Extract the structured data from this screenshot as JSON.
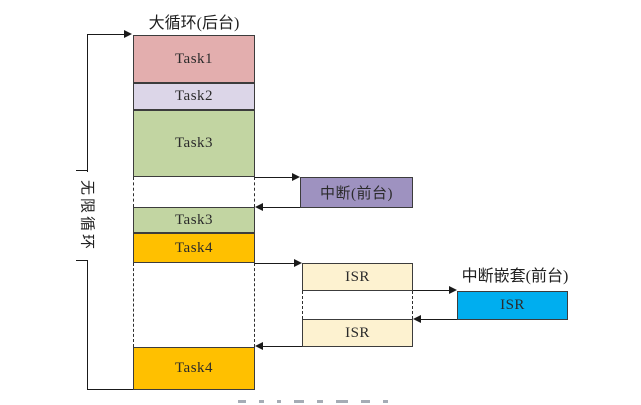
{
  "diagram": {
    "title_background": "大循环(后台)",
    "infinite_loop_label": "无限循环",
    "nested_interrupt_title": "中断嵌套(前台)",
    "background_stack": [
      {
        "label": "Task1",
        "color": "#e3aeae"
      },
      {
        "label": "Task2",
        "color": "#dcd6e8"
      },
      {
        "label": "Task3",
        "color": "#c2d5a2"
      },
      {
        "label": "Task3",
        "color": "#c2d5a2"
      },
      {
        "label": "Task4",
        "color": "#ffc000"
      },
      {
        "label": "Task4",
        "color": "#ffc000"
      }
    ],
    "interrupt_box": {
      "label": "中断(前台)",
      "color": "#9e92c0"
    },
    "isr_boxes": [
      {
        "label": "ISR",
        "color": "#fdf2d0"
      },
      {
        "label": "ISR",
        "color": "#fdf2d0"
      },
      {
        "label": "ISR",
        "color": "#00aeef"
      }
    ],
    "colors": {
      "line": "#1a1a1a",
      "task4": "#ffc000",
      "nested_isr_blue": "#00aeef"
    }
  }
}
